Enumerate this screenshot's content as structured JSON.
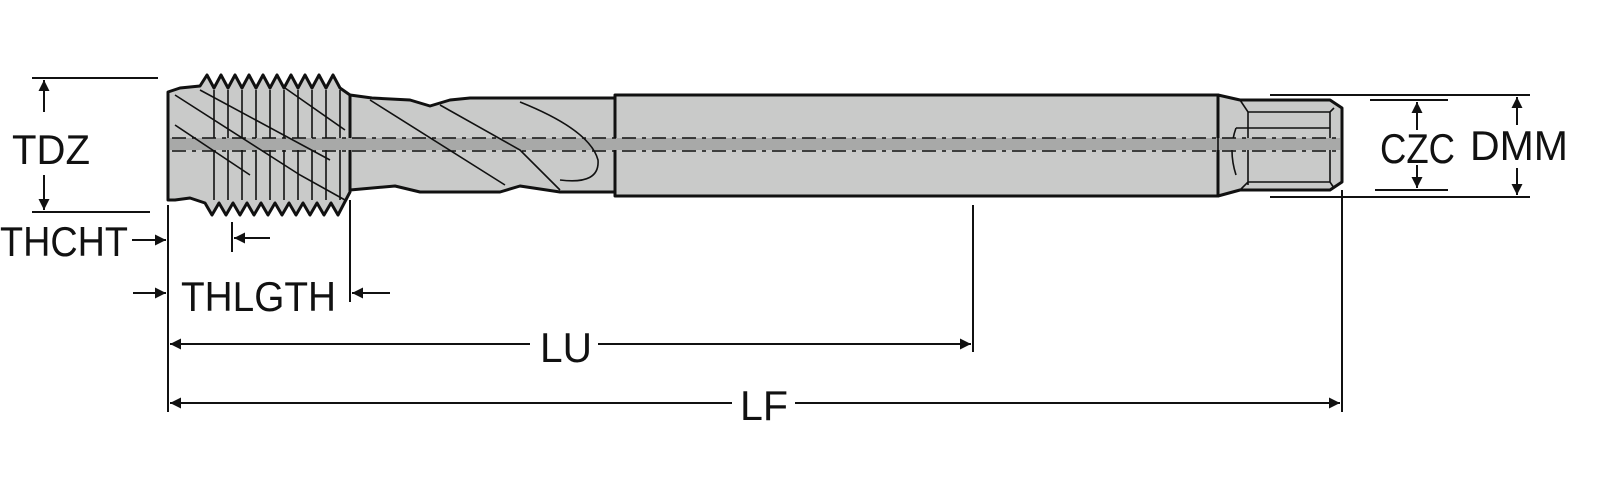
{
  "title": "Spiral flute tap dimension drawing",
  "labels": {
    "tdz": "TDZ",
    "thcht": "THCHT",
    "thlgth": "THLGTH",
    "lu": "LU",
    "lf": "LF",
    "czc": "CZC",
    "dmm": "DMM"
  },
  "colors": {
    "body": "#c9cac9",
    "axis_band": "#a8a9a8",
    "line": "#111111"
  }
}
